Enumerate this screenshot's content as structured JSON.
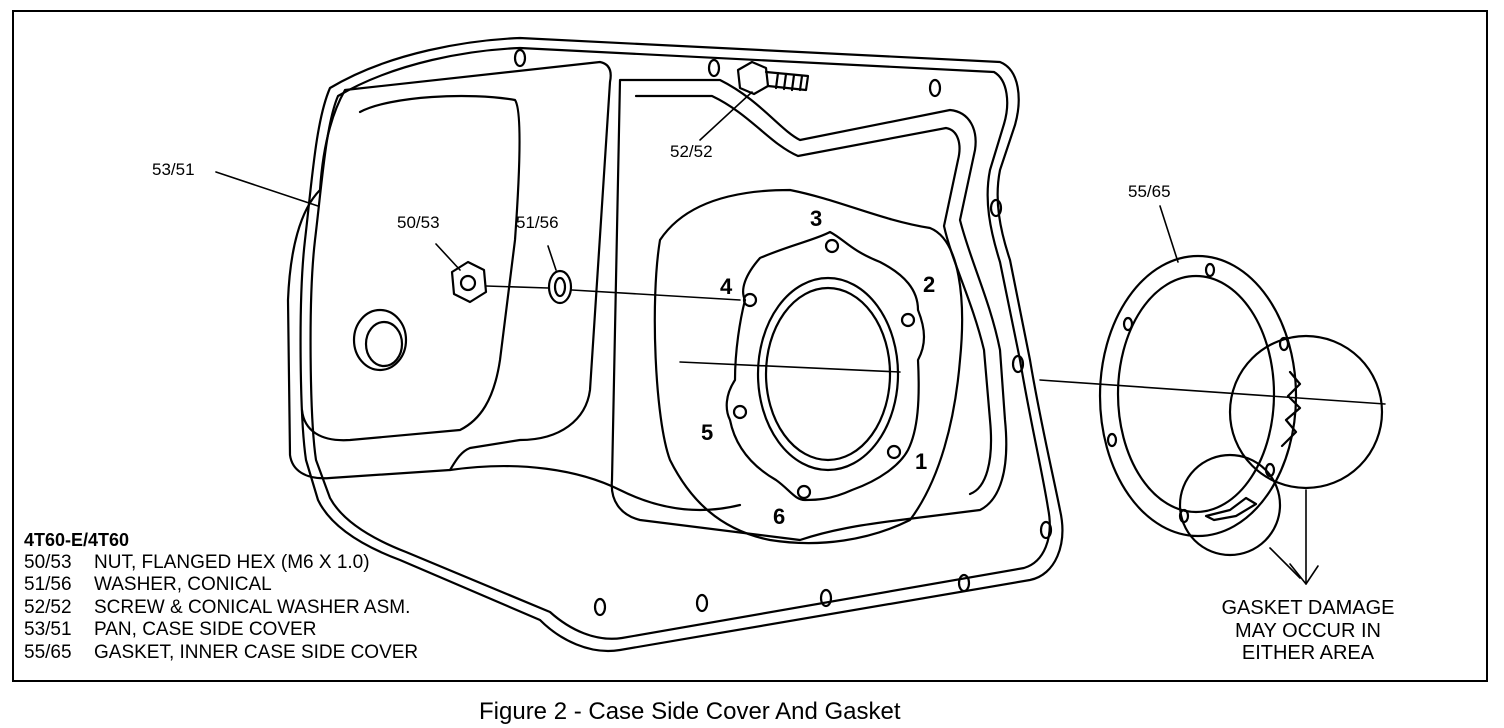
{
  "callouts": {
    "pan": "53/51",
    "nut": "50/53",
    "washer": "51/56",
    "screw": "52/52",
    "gasket": "55/65"
  },
  "bolt_sequence": [
    "1",
    "2",
    "3",
    "4",
    "5",
    "6"
  ],
  "legend": {
    "model": "4T60-E/4T60",
    "items": [
      {
        "code": "50/53",
        "desc": "NUT, FLANGED HEX (M6 X 1.0)"
      },
      {
        "code": "51/56",
        "desc": "WASHER, CONICAL"
      },
      {
        "code": "52/52",
        "desc": "SCREW & CONICAL WASHER ASM."
      },
      {
        "code": "53/51",
        "desc": "PAN, CASE SIDE COVER"
      },
      {
        "code": "55/65",
        "desc": "GASKET, INNER CASE SIDE COVER"
      }
    ]
  },
  "damage_note": [
    "GASKET DAMAGE",
    "MAY OCCUR IN",
    "EITHER AREA"
  ],
  "caption": "Figure 2 - Case Side Cover And Gasket"
}
